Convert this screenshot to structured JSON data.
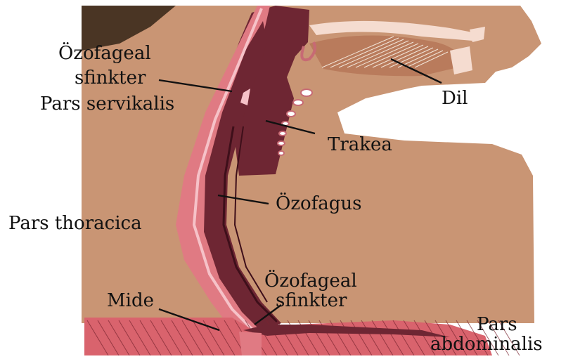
{
  "labels": {
    "ozofageal_upper_l1": "Özofageal",
    "ozofageal_upper_l2": "sfinkter",
    "pars_servikalis": "Pars servikalis",
    "dil": "Dil",
    "trakea": "Trakea",
    "ozofagus": "Özofagus",
    "pars_thoracica": "Pars thoracica",
    "ozofageal_lower_l1": "Özofageal",
    "ozofageal_lower_l2": "sfinkter",
    "mide": "Mide",
    "pars_abdominalis_l1": "Pars",
    "pars_abdominalis_l2": "abdominalis"
  },
  "colors": {
    "skin": "#c99574",
    "hair": "#4a3524",
    "tube_outer": "#e07a83",
    "tube_highlight": "#f6c2c8",
    "tube_inner": "#6e2633",
    "tube_dark": "#3e0f1a",
    "stomach": "#d9636d",
    "stomach_lines": "#7a2530",
    "cartilage": "#f5dcd0",
    "tongue_lines": "#f2e6da",
    "leader_line": "#111111"
  }
}
